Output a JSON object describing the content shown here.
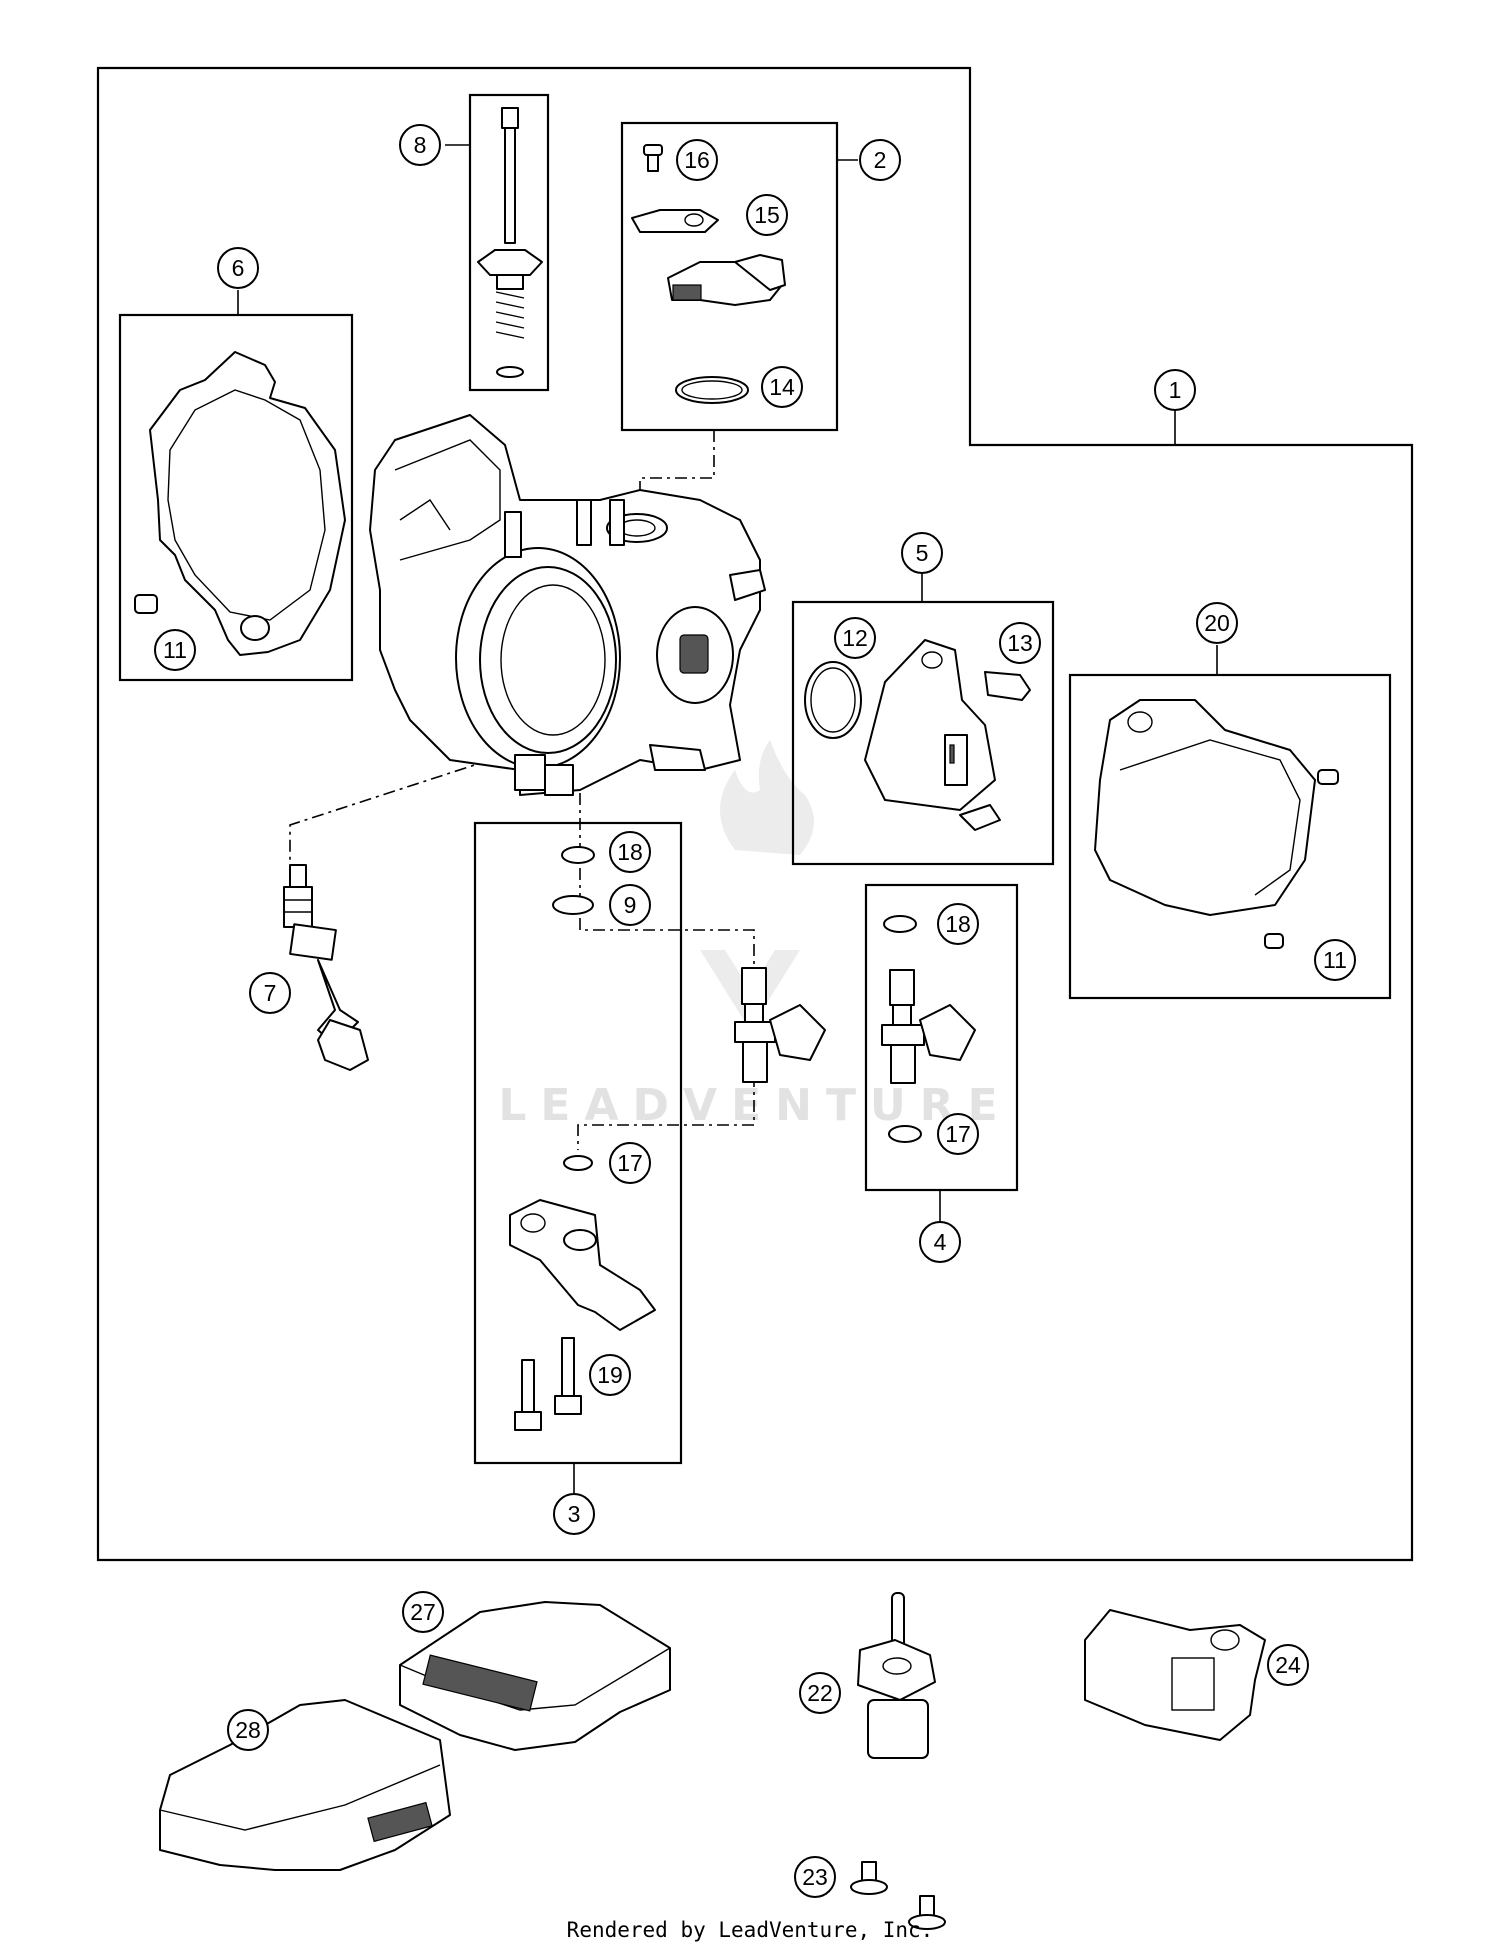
{
  "callouts": [
    {
      "id": "c1",
      "label": "1"
    },
    {
      "id": "c2",
      "label": "2"
    },
    {
      "id": "c3",
      "label": "3"
    },
    {
      "id": "c4",
      "label": "4"
    },
    {
      "id": "c5",
      "label": "5"
    },
    {
      "id": "c6",
      "label": "6"
    },
    {
      "id": "c7",
      "label": "7"
    },
    {
      "id": "c8",
      "label": "8"
    },
    {
      "id": "c9",
      "label": "9"
    },
    {
      "id": "c11a",
      "label": "11"
    },
    {
      "id": "c11b",
      "label": "11"
    },
    {
      "id": "c12",
      "label": "12"
    },
    {
      "id": "c13",
      "label": "13"
    },
    {
      "id": "c14",
      "label": "14"
    },
    {
      "id": "c15",
      "label": "15"
    },
    {
      "id": "c16",
      "label": "16"
    },
    {
      "id": "c17a",
      "label": "17"
    },
    {
      "id": "c17b",
      "label": "17"
    },
    {
      "id": "c18a",
      "label": "18"
    },
    {
      "id": "c18b",
      "label": "18"
    },
    {
      "id": "c19",
      "label": "19"
    },
    {
      "id": "c20",
      "label": "20"
    },
    {
      "id": "c22",
      "label": "22"
    },
    {
      "id": "c23",
      "label": "23"
    },
    {
      "id": "c24",
      "label": "24"
    },
    {
      "id": "c27",
      "label": "27"
    },
    {
      "id": "c28",
      "label": "28"
    }
  ],
  "watermark": "LEADVENTURE",
  "footer": "Rendered by LeadVenture, Inc."
}
